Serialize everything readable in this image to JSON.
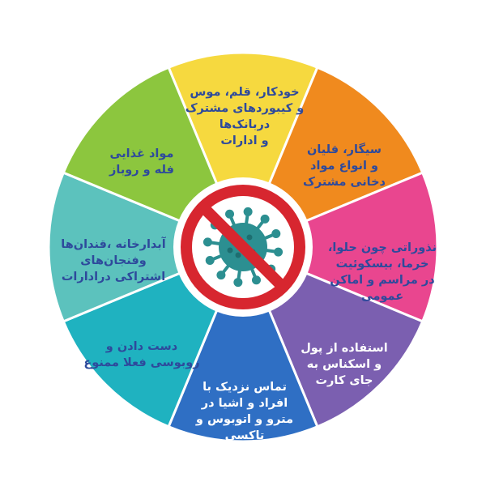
{
  "segments": [
    {
      "id": "stationery",
      "text": "خودکار، قلم، موس\nو کیبوردهای مشترک\nدربانک‌ها\nو ادارات",
      "color": "#f6d93f",
      "text_color": "#2e4a9c"
    },
    {
      "id": "tobacco",
      "text": "سیگار، قلیان\nو انواع مواد\nدخانی مشترک",
      "color": "#f08a1e",
      "text_color": "#2e4a9c"
    },
    {
      "id": "sweets",
      "text": "نذوراتی چون حلوا،\nخرما، بیسکوئیت\nدر مراسم و اماکن\nعمومی",
      "color": "#e9468f",
      "text_color": "#2e4a9c"
    },
    {
      "id": "money",
      "text": "استفاده از پول\nو اسکناس به\nجای کارت",
      "color": "#7b5fb0",
      "text_color": "#ffffff"
    },
    {
      "id": "contact",
      "text": "تماس نزدیک با\nافراد و اشیا در\nمترو و اتوبوس و\nتاکسی",
      "color": "#2f6fc4",
      "text_color": "#ffffff"
    },
    {
      "id": "handshake",
      "text": "دست دادن و\nروبوسی فعلا ممنوع",
      "color": "#1fb2c0",
      "text_color": "#2e4a9c"
    },
    {
      "id": "dishes",
      "text": "آبدارخانه ،قندان‌ها\nوفنجان‌های\nاشتراکی درادارات",
      "color": "#5cc2bd",
      "text_color": "#2e4a9c"
    },
    {
      "id": "food",
      "text": "مواد غذایی\nفله و روباز",
      "color": "#8cc63e",
      "text_color": "#2e4a9c"
    }
  ],
  "center": {
    "sign_color": "#d7262f",
    "virus_color": "#2c8f91",
    "icon": "no-virus-icon"
  }
}
